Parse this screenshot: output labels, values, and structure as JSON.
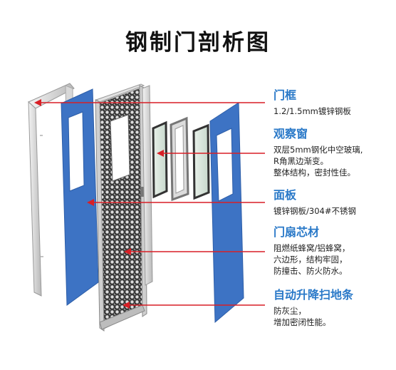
{
  "title": "钢制门剖析图",
  "colors": {
    "accent": "#2a79c8",
    "arrow": "#d81f26",
    "panel": "#3d73c4"
  },
  "labels": [
    {
      "heading": "门框",
      "lines": [
        "1.2/1.5mm镀锌钢板"
      ]
    },
    {
      "heading": "观察窗",
      "lines": [
        "双层5mm钢化中空玻璃,",
        "R角黑边渐变。",
        "整体结构，密封性佳。"
      ]
    },
    {
      "heading": "面板",
      "lines": [
        "镀锌钢板/304#不锈钢"
      ]
    },
    {
      "heading": "门扇芯材",
      "lines": [
        "阻燃纸蜂窝/铝蜂窝，",
        "六边形，结构牢固，",
        "防撞击、防火防水。"
      ]
    },
    {
      "heading": "自动升降扫地条",
      "lines": [
        "防灰尘，",
        "增加密闭性能。"
      ]
    }
  ]
}
